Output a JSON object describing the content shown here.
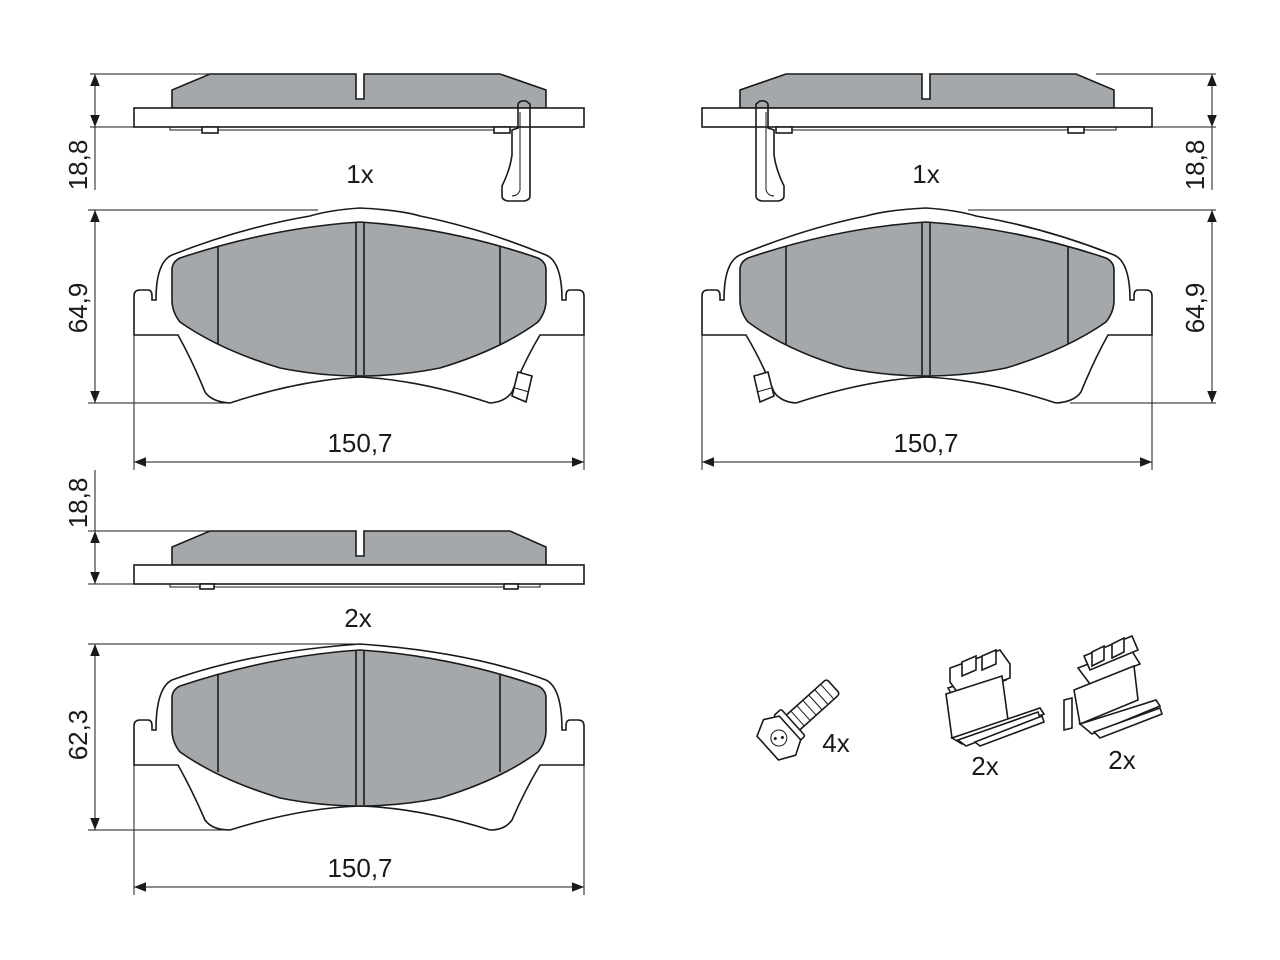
{
  "colors": {
    "background": "#ffffff",
    "line": "#1a1a1a",
    "friction": "#a4a8ab"
  },
  "pads": [
    {
      "id": "pad-front-left",
      "quantity": "1x",
      "thickness": "18,8",
      "height": "64,9",
      "width": "150,7"
    },
    {
      "id": "pad-front-right",
      "quantity": "1x",
      "thickness": "18,8",
      "height": "64,9",
      "width": "150,7"
    },
    {
      "id": "pad-lower",
      "quantity": "2x",
      "thickness": "18,8",
      "height": "62,3",
      "width": "150,7"
    }
  ],
  "accessories": [
    {
      "id": "bolt",
      "quantity": "4x"
    },
    {
      "id": "clip-left",
      "quantity": "2x"
    },
    {
      "id": "clip-right",
      "quantity": "2x"
    }
  ]
}
